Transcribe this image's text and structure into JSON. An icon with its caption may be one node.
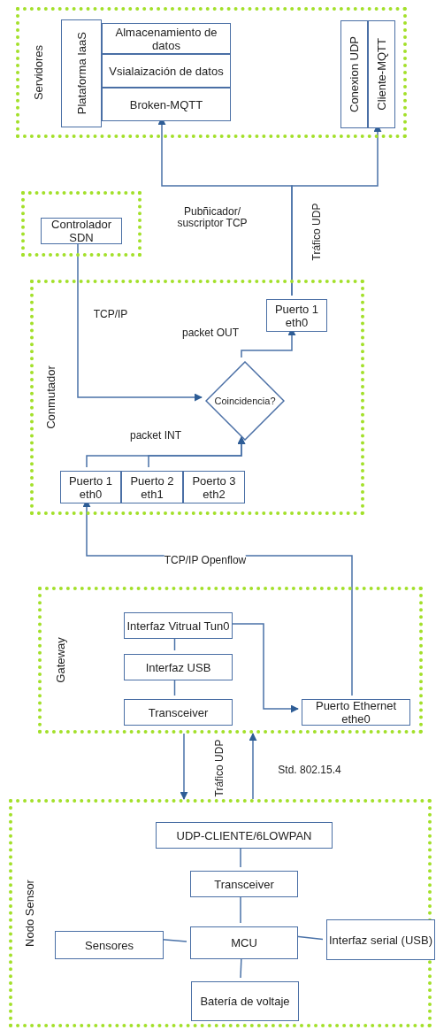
{
  "diagram": {
    "nodes": [
      {
        "text": [
          "Servidores"
        ]
      },
      {
        "text": [
          "Plataforma IaaS"
        ],
        "in": 0
      },
      {
        "text": [
          "Almacenamiento de datos"
        ],
        "in": 0
      },
      {
        "text": [
          "Vsialaización de datos"
        ],
        "in": 0
      },
      {
        "text": [
          "Broken-MQTT"
        ],
        "in": 0
      },
      {
        "text": [
          "Conexion UDP"
        ],
        "in": 0
      },
      {
        "text": [
          "Cliente-MQTT"
        ],
        "in": 0
      },
      {
        "text": [],
        "shape": "box"
      },
      {
        "text": [
          "Controlador SDN"
        ],
        "in": 7
      },
      {
        "text": [
          "Conmutador"
        ]
      },
      {
        "text": [
          "Puerto 1 eth0"
        ],
        "in": 9
      },
      {
        "text": [
          "Coincidencia?"
        ],
        "in": 9
      },
      {
        "text": [
          "Puerto 1 eth0"
        ],
        "in": 9
      },
      {
        "text": [
          "Puerto 2 eth1"
        ],
        "in": 9
      },
      {
        "text": [
          "Poerto 3 eth2"
        ],
        "in": 9
      },
      {
        "text": [
          "Gateway"
        ]
      },
      {
        "text": [
          "Interfaz Vitrual Tun0"
        ],
        "in": 15
      },
      {
        "text": [
          "Interfaz USB"
        ],
        "in": 15
      },
      {
        "text": [
          "Transceiver"
        ],
        "in": 15
      },
      {
        "text": [
          "Puerto Ethernet ethe0"
        ],
        "in": 15
      },
      {
        "text": [
          "Nodo Sensor"
        ]
      },
      {
        "text": [
          "UDP-CLIENTE/6LOWPAN"
        ],
        "in": 20
      },
      {
        "text": [
          "Transceiver"
        ],
        "in": 20
      },
      {
        "text": [
          "Sensores"
        ],
        "in": 20
      },
      {
        "text": [
          "MCU"
        ],
        "in": 20
      },
      {
        "text": [
          "Interfaz serial (USB)"
        ],
        "in": 20
      },
      {
        "text": [
          "Batería de voltaje"
        ],
        "in": 20
      }
    ],
    "edges": [
      {
        "from": 10,
        "to": 4,
        "arrow": "to",
        "label": "Pubñicador/ suscriptor TCP"
      },
      {
        "from": 10,
        "to": 6,
        "arrow": "to",
        "label": "Tráfico UDP"
      },
      {
        "from": 8,
        "to": 11,
        "arrow": "to",
        "label": "TCP/IP"
      },
      {
        "from": 11,
        "to": 10,
        "arrow": "to",
        "label": "packet OUT"
      },
      {
        "from": 12,
        "to": 11,
        "arrow": "to",
        "label": "packet INT"
      },
      {
        "from": 13,
        "to": 11,
        "arrow": "to"
      },
      {
        "from": 19,
        "to": 12,
        "arrow": "to",
        "label": "TCP/IP Openflow"
      },
      {
        "from": 16,
        "to": 19,
        "arrow": "to"
      },
      {
        "from": 16,
        "to": 17,
        "arrow": "none"
      },
      {
        "from": 17,
        "to": 18,
        "arrow": "none"
      },
      {
        "from": 15,
        "to": 20,
        "arrow": "to",
        "label": "Tráfico UDP"
      },
      {
        "from": 20,
        "to": 15,
        "arrow": "to",
        "label": "Std. 802.15.4"
      },
      {
        "from": 21,
        "to": 22,
        "arrow": "none"
      },
      {
        "from": 22,
        "to": 24,
        "arrow": "none"
      },
      {
        "from": 23,
        "to": 24,
        "arrow": "none"
      },
      {
        "from": 24,
        "to": 25,
        "arrow": "none"
      },
      {
        "from": 24,
        "to": 26,
        "arrow": "none"
      }
    ]
  }
}
